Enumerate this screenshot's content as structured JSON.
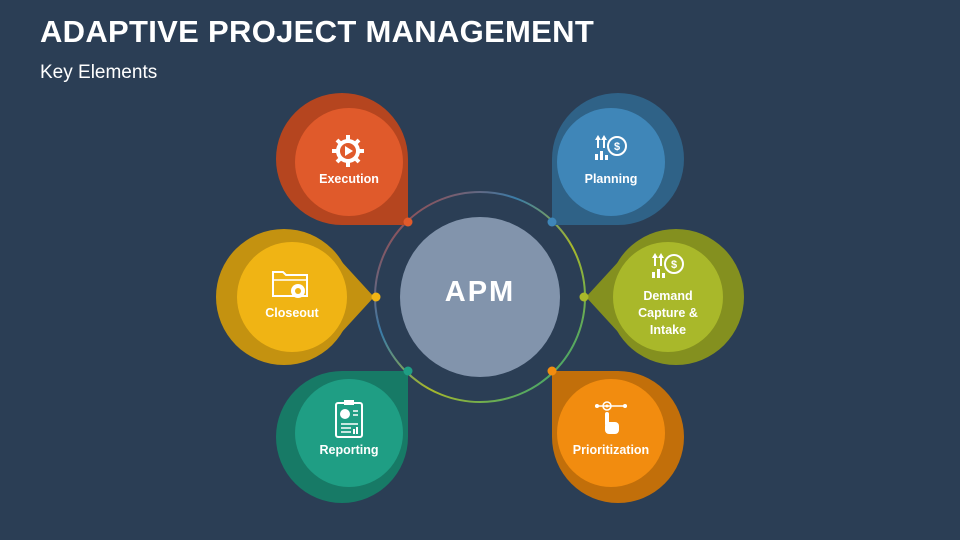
{
  "header": {
    "title": "ADAPTIVE PROJECT MANAGEMENT",
    "subtitle": "Key Elements"
  },
  "center": {
    "label": "APM",
    "color": "#8294ac"
  },
  "nodes": [
    {
      "id": "execution",
      "label": "Execution",
      "icon": "gear-play-icon",
      "color": "#e05a2b",
      "ring": "#b5451f"
    },
    {
      "id": "planning",
      "label": "Planning",
      "icon": "growth-dollar-bulb-icon",
      "color": "#3f86b8",
      "ring": "#2f6287"
    },
    {
      "id": "demand",
      "label": "Demand\nCapture &\nIntake",
      "icon": "growth-dollar-bulb-icon",
      "color": "#a9b82a",
      "ring": "#84901f"
    },
    {
      "id": "prioritization",
      "label": "Prioritization",
      "icon": "pointer-hand-icon",
      "color": "#f28c0f",
      "ring": "#c26f0a"
    },
    {
      "id": "reporting",
      "label": "Reporting",
      "icon": "report-clipboard-icon",
      "color": "#1f9e84",
      "ring": "#177a66"
    },
    {
      "id": "closeout",
      "label": "Closeout",
      "icon": "folder-gear-icon",
      "color": "#f0b414",
      "ring": "#c49210"
    }
  ]
}
